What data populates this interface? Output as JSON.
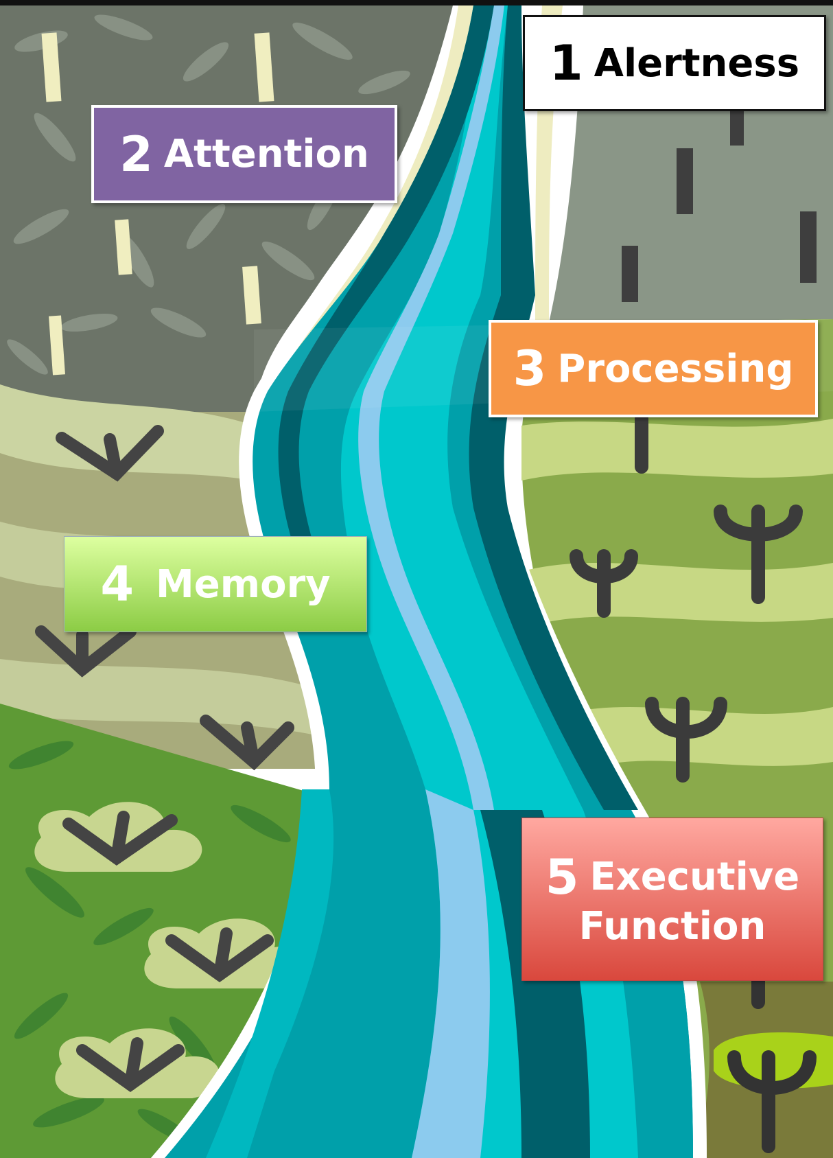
{
  "labels": [
    {
      "number": "1",
      "text": "Alertness",
      "color": "#ffffff"
    },
    {
      "number": "2",
      "text": "Attention",
      "color": "#8064a2"
    },
    {
      "number": "3",
      "text": "Processing",
      "color": "#f79646"
    },
    {
      "number": "4",
      "text": "Memory",
      "color": "#9bd25a"
    },
    {
      "number": "5",
      "text": "Executive",
      "text_line2": "Function",
      "color": "#e8665c"
    }
  ]
}
